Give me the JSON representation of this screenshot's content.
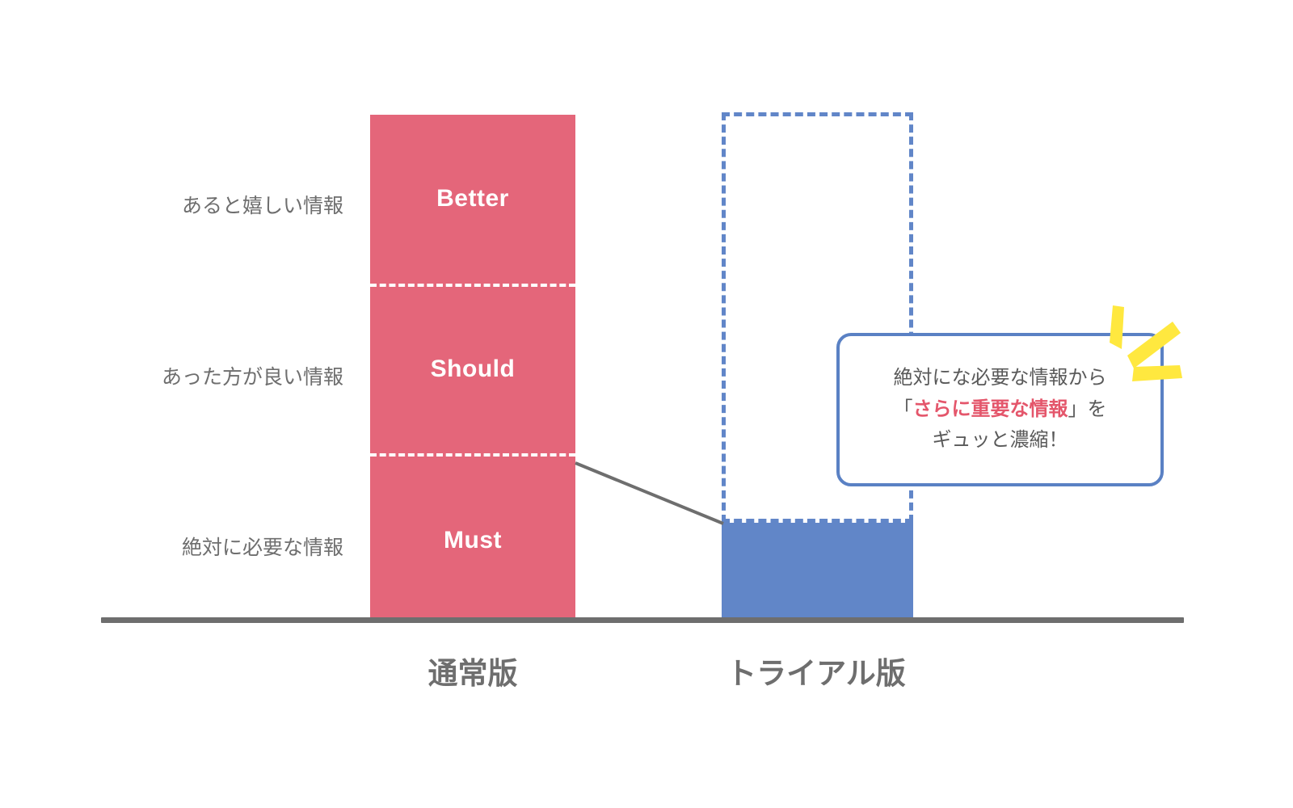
{
  "chart_data": {
    "type": "bar",
    "title": "",
    "xlabel": "",
    "ylabel": "",
    "grid": false,
    "legend": "none",
    "categories": [
      "通常版",
      "トライアル版"
    ],
    "tier_labels": [
      "あると嬉しい情報",
      "あった方が良い情報",
      "絶対に必要な情報"
    ],
    "series": [
      {
        "name": "通常版",
        "color": "#e4667a",
        "total": 3,
        "stacked_segments": [
          {
            "label": "Better",
            "tier": "あると嬉しい情報",
            "value": 1
          },
          {
            "label": "Should",
            "tier": "あった方が良い情報",
            "value": 1
          },
          {
            "label": "Must",
            "tier": "絶対に必要な情報",
            "value": 1
          }
        ]
      },
      {
        "name": "トライアル版",
        "color": "#6186c8",
        "total": 0.57,
        "ghost_outline_total": 2.45,
        "stacked_segments": [
          {
            "label": "",
            "tier": "絶対に必要な情報（濃縮）",
            "value": 0.57
          }
        ]
      }
    ],
    "annotations": [
      "絶対にな必要な情報から",
      "「さらに重要な情報」を",
      "ギュッと濃縮！"
    ]
  },
  "bars": {
    "normal": {
      "segments": [
        {
          "label": "Better"
        },
        {
          "label": "Should"
        },
        {
          "label": "Must"
        }
      ]
    }
  },
  "tiers": [
    {
      "label": "あると嬉しい情報"
    },
    {
      "label": "あった方が良い情報"
    },
    {
      "label": "絶対に必要な情報"
    }
  ],
  "categories": [
    {
      "label": "通常版"
    },
    {
      "label": "トライアル版"
    }
  ],
  "callout": {
    "line1": "絶対にな必要な情報から",
    "line2_open": "「",
    "line2_em": "さらに重要な情報",
    "line2_close": "」を",
    "line3": "ギュッと濃縮！"
  },
  "colors": {
    "normal_bar": "#e4667a",
    "trial_bar": "#6186c8",
    "callout_border": "#5a81c4",
    "highlight_text": "#e4566b",
    "body_text": "#6e6e6e",
    "axis": "#6e6e6e",
    "sparkle": "#ffe83f"
  }
}
